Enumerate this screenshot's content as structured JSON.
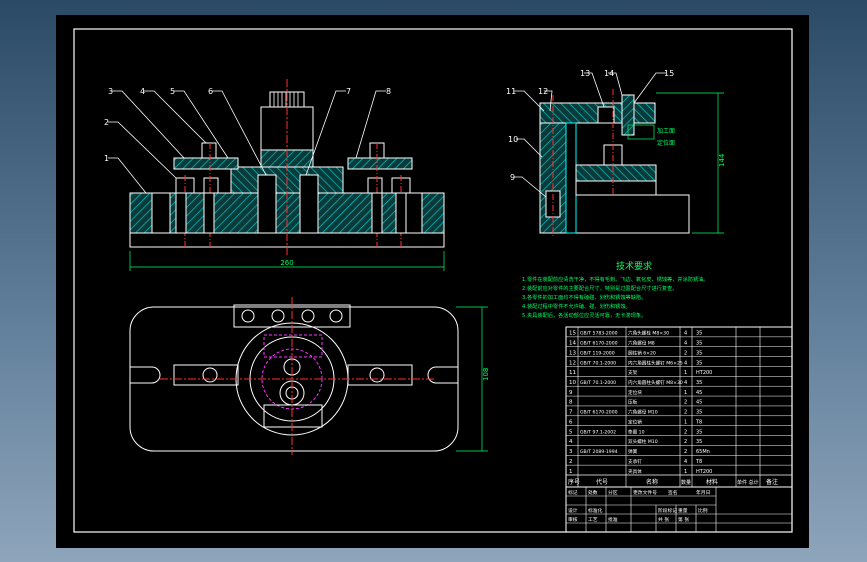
{
  "colors": {
    "line": "#ffffff",
    "part": "#00ffff",
    "center": "#ff3030",
    "dimension": "#00ff66",
    "hidden": "#ff33ff",
    "hatch": "#00d0d0"
  },
  "front_view": {
    "balloons": [
      "1",
      "2",
      "3",
      "4",
      "5",
      "6",
      "7",
      "8"
    ],
    "dim_width": "260"
  },
  "side_view": {
    "balloons": [
      "9",
      "10",
      "11",
      "12",
      "13",
      "14",
      "15"
    ],
    "dim_height": "144",
    "tag_a": "加工面",
    "tag_b": "定位面"
  },
  "top_view": {
    "dim_height": "108"
  },
  "notes": {
    "title": "技术要求",
    "lines": [
      "1.零件在装配前应清洗干净，不得有毛刺、飞边、氧化皮、锈蚀等，并涂防锈油。",
      "2.装配前应对零件的主要配合尺寸，特别是过盈配合尺寸进行复查。",
      "3.各零件的加工面均不得有磕碰、划伤和锈蚀等缺陷。",
      "4.装配过程中零件不允许磕、碰、划伤和锈蚀。",
      "5.夹具装配后，各活动部位应灵活可靠，无卡滞现象。"
    ]
  },
  "bom": {
    "header": {
      "seq": "序号",
      "code": "代号",
      "name": "名称",
      "qty": "数量",
      "material": "材料",
      "weight": "单件 总计",
      "remark": "备注"
    },
    "rows": [
      {
        "seq": "15",
        "code": "GB/T 5783-2000",
        "name": "六角头螺栓 M8×30",
        "qty": "4",
        "material": "35",
        "remark": ""
      },
      {
        "seq": "14",
        "code": "GB/T 6170-2000",
        "name": "六角螺母 M8",
        "qty": "4",
        "material": "35",
        "remark": ""
      },
      {
        "seq": "13",
        "code": "GB/T 119-2000",
        "name": "圆柱销 6×20",
        "qty": "2",
        "material": "35",
        "remark": ""
      },
      {
        "seq": "12",
        "code": "GB/T 70.1-2000",
        "name": "内六角圆柱头螺钉 M6×25",
        "qty": "4",
        "material": "35",
        "remark": ""
      },
      {
        "seq": "11",
        "code": "",
        "name": "支架",
        "qty": "1",
        "material": "HT200",
        "remark": ""
      },
      {
        "seq": "10",
        "code": "GB/T 70.1-2000",
        "name": "内六角圆柱头螺钉 M8×30",
        "qty": "4",
        "material": "35",
        "remark": ""
      },
      {
        "seq": "9",
        "code": "",
        "name": "定位块",
        "qty": "1",
        "material": "45",
        "remark": ""
      },
      {
        "seq": "8",
        "code": "",
        "name": "压板",
        "qty": "2",
        "material": "45",
        "remark": ""
      },
      {
        "seq": "7",
        "code": "GB/T 6170-2000",
        "name": "六角螺母 M10",
        "qty": "2",
        "material": "35",
        "remark": ""
      },
      {
        "seq": "6",
        "code": "",
        "name": "定位销",
        "qty": "1",
        "material": "T8",
        "remark": ""
      },
      {
        "seq": "5",
        "code": "GB/T 97.1-2002",
        "name": "垫圈 10",
        "qty": "2",
        "material": "35",
        "remark": ""
      },
      {
        "seq": "4",
        "code": "",
        "name": "双头螺柱 M10",
        "qty": "2",
        "material": "35",
        "remark": ""
      },
      {
        "seq": "3",
        "code": "GB/T 2089-1994",
        "name": "弹簧",
        "qty": "2",
        "material": "65Mn",
        "remark": ""
      },
      {
        "seq": "2",
        "code": "",
        "name": "支承钉",
        "qty": "4",
        "material": "T8",
        "remark": ""
      },
      {
        "seq": "1",
        "code": "",
        "name": "夹具体",
        "qty": "1",
        "material": "HT200",
        "remark": ""
      }
    ]
  },
  "title_block": {
    "labels": [
      "标记",
      "处数",
      "分区",
      "更改文件号",
      "签名",
      "年月日",
      "设计",
      "标准化",
      "阶段标记",
      "重量",
      "比例",
      "审核",
      "工艺",
      "批准",
      "共 张",
      "第 张"
    ]
  }
}
